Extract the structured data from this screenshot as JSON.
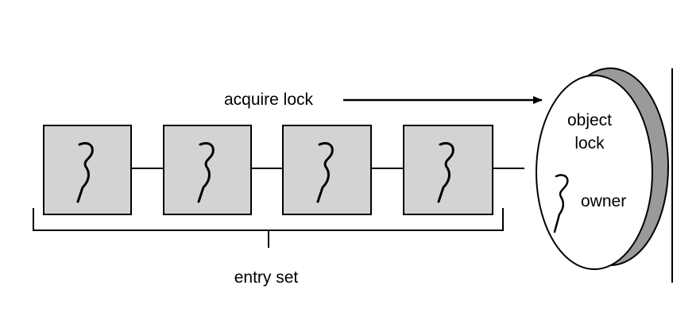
{
  "labels": {
    "acquire": "acquire lock",
    "entry_set": "entry set",
    "object_line1": "object",
    "object_line2": "lock",
    "owner": "owner"
  },
  "colors": {
    "box_fill": "#d3d3d3",
    "stroke": "#000000",
    "disk_shadow": "#9a9a9a",
    "background": "#ffffff"
  },
  "entry_set": {
    "waiting_threads": 4
  },
  "icons": {
    "waiting_thread": "thread-squiggle-icon",
    "owner_thread": "thread-squiggle-icon"
  }
}
